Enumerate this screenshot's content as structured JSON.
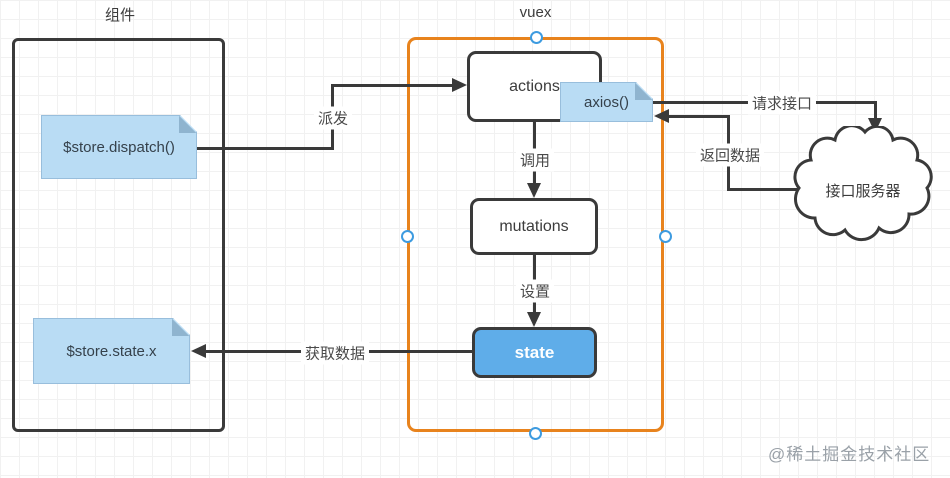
{
  "component_panel": {
    "title": "组件",
    "notes": [
      {
        "label": "$store.dispatch()"
      },
      {
        "label": "$store.state.x"
      }
    ]
  },
  "vuex_panel": {
    "title": "vuex",
    "nodes": {
      "actions": "actions",
      "mutations": "mutations",
      "state": "state"
    }
  },
  "axios_note": {
    "label": "axios()"
  },
  "server_cloud": {
    "label": "接口服务器"
  },
  "edges": {
    "dispatch": "派发",
    "invoke": "调用",
    "set": "设置",
    "get_data": "获取数据",
    "request_api": "请求接口",
    "return_data": "返回数据"
  },
  "watermark": "@稀土掘金技术社区",
  "colors": {
    "stroke": "#3a3a3a",
    "vuex_border": "#e8831d",
    "note_fill": "#b9dcf4",
    "note_fold": "#8fb4cf",
    "state_fill": "#5fade9",
    "handle_stroke": "#3d9be0",
    "watermark_gray": "#9aa1a8"
  }
}
